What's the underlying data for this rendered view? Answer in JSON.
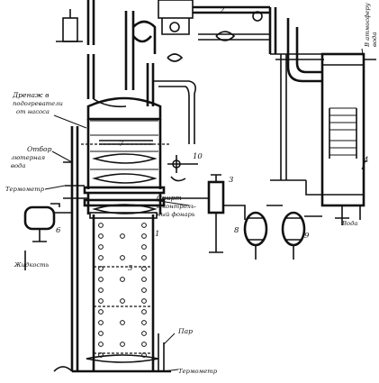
{
  "labels": {
    "drain": "Дренаж в",
    "drain_2": "подогреватели",
    "drain_3": "от насоса",
    "overflow_1": "Отбор",
    "overflow_2": "лютерная",
    "overflow_3": "вода",
    "thermometer_left": "Термометр",
    "liquid": "Жидкость",
    "spirit_1": "Спирт",
    "spirit_2": "в контроль-",
    "spirit_3": "ный фонарь",
    "water": "Вода",
    "steam": "Пар",
    "thermometer_bottom": "Термометр",
    "atmosphere_1": "В атмосферу",
    "atmosphere_2": "вода"
  },
  "numbers": {
    "n1": "1",
    "n2": "2",
    "n3": "3",
    "n4": "4",
    "n5": "5",
    "n6": "6",
    "n7": "7",
    "n8": "8",
    "n9": "9",
    "n10": "10"
  }
}
